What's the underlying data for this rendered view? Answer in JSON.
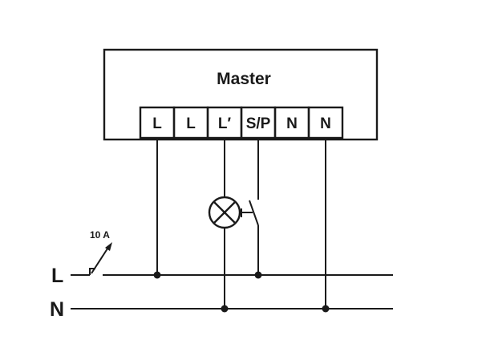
{
  "device": {
    "title": "Master",
    "terminals": [
      "L",
      "L",
      "L′",
      "S/P",
      "N",
      "N"
    ]
  },
  "circuit": {
    "phase_label": "L",
    "neutral_label": "N",
    "breaker_rating": "10 A",
    "symbols": [
      "circuit-breaker-icon",
      "lamp-icon",
      "switch-icon"
    ]
  },
  "colors": {
    "line": "#1a1a1a",
    "background": "#ffffff"
  }
}
